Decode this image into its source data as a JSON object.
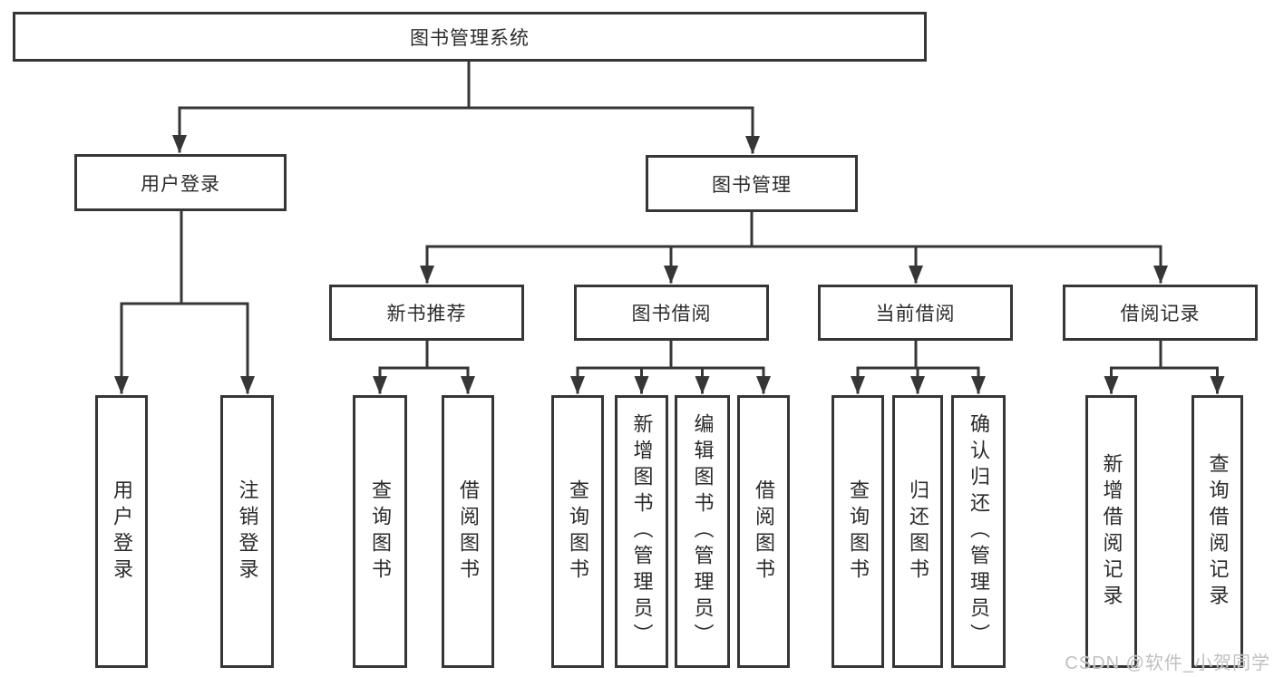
{
  "diagram": {
    "title": "图书管理系统",
    "level2": [
      {
        "label": "用户登录"
      },
      {
        "label": "图书管理"
      }
    ],
    "level3": [
      {
        "label": "新书推荐"
      },
      {
        "label": "图书借阅"
      },
      {
        "label": "当前借阅"
      },
      {
        "label": "借阅记录"
      }
    ],
    "leaves": [
      {
        "label": "用户登录"
      },
      {
        "label": "注销登录"
      },
      {
        "label": "查询图书"
      },
      {
        "label": "借阅图书"
      },
      {
        "label": "查询图书"
      },
      {
        "label": "新增图书（管理员）"
      },
      {
        "label": "编辑图书（管理员）"
      },
      {
        "label": "借阅图书"
      },
      {
        "label": "查询图书"
      },
      {
        "label": "归还图书"
      },
      {
        "label": "确认归还（管理员）"
      },
      {
        "label": "新增借阅记录"
      },
      {
        "label": "查询借阅记录"
      }
    ],
    "watermark": "CSDN @软件_小贺同学",
    "colors": {
      "line": "#363636",
      "box_background": "#ffffff",
      "text": "#2b2b2b",
      "watermark": "#c0c0c0"
    }
  }
}
